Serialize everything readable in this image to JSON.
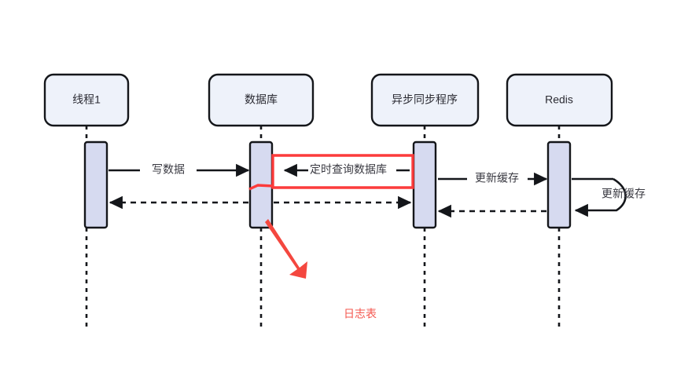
{
  "diagram": {
    "type": "uml-sequence-diagram",
    "title": "",
    "background_color": "#ffffff",
    "colors": {
      "participant_fill": "#eef2fa",
      "participant_stroke": "#14161a",
      "activation_fill": "#d6daf0",
      "message_stroke": "#14161a",
      "annotation_red": "#fc3b3b",
      "annotation_text_red": "#f4564e",
      "label_text": "#3a3a42"
    },
    "participants": [
      {
        "id": "thread1",
        "label": "线程1"
      },
      {
        "id": "database",
        "label": "数据库"
      },
      {
        "id": "async_sync",
        "label": "异步同步程序"
      },
      {
        "id": "redis",
        "label": "Redis"
      }
    ],
    "messages": [
      {
        "id": "m1",
        "label": "写数据",
        "from": "thread1",
        "to": "database",
        "direction": "right",
        "style": "solid"
      },
      {
        "id": "m2",
        "label": "定时查询数据库",
        "from": "async_sync",
        "to": "database",
        "direction": "left",
        "style": "solid",
        "highlighted": true
      },
      {
        "id": "m3",
        "label": "更新缓存",
        "from": "async_sync",
        "to": "redis",
        "direction": "right",
        "style": "solid"
      },
      {
        "id": "m4",
        "label": "更新缓存",
        "from": "redis",
        "to": "redis",
        "direction": "self-loop",
        "style": "solid"
      },
      {
        "id": "r1",
        "label": "",
        "from": "database",
        "to": "thread1",
        "direction": "left",
        "style": "dashed"
      },
      {
        "id": "r2",
        "label": "",
        "from": "database",
        "to": "async_sync",
        "direction": "right",
        "style": "dashed"
      },
      {
        "id": "r3",
        "label": "",
        "from": "redis",
        "to": "async_sync",
        "direction": "left",
        "style": "dashed"
      }
    ],
    "annotations": [
      {
        "id": "a1",
        "kind": "highlight-rectangle",
        "target_message": "m2",
        "color": "#fc3b3b"
      },
      {
        "id": "a2",
        "kind": "pointer-arrow",
        "label": "日志表",
        "color": "#f4564e",
        "points_from": "database-activation",
        "direction": "down-right"
      }
    ]
  }
}
